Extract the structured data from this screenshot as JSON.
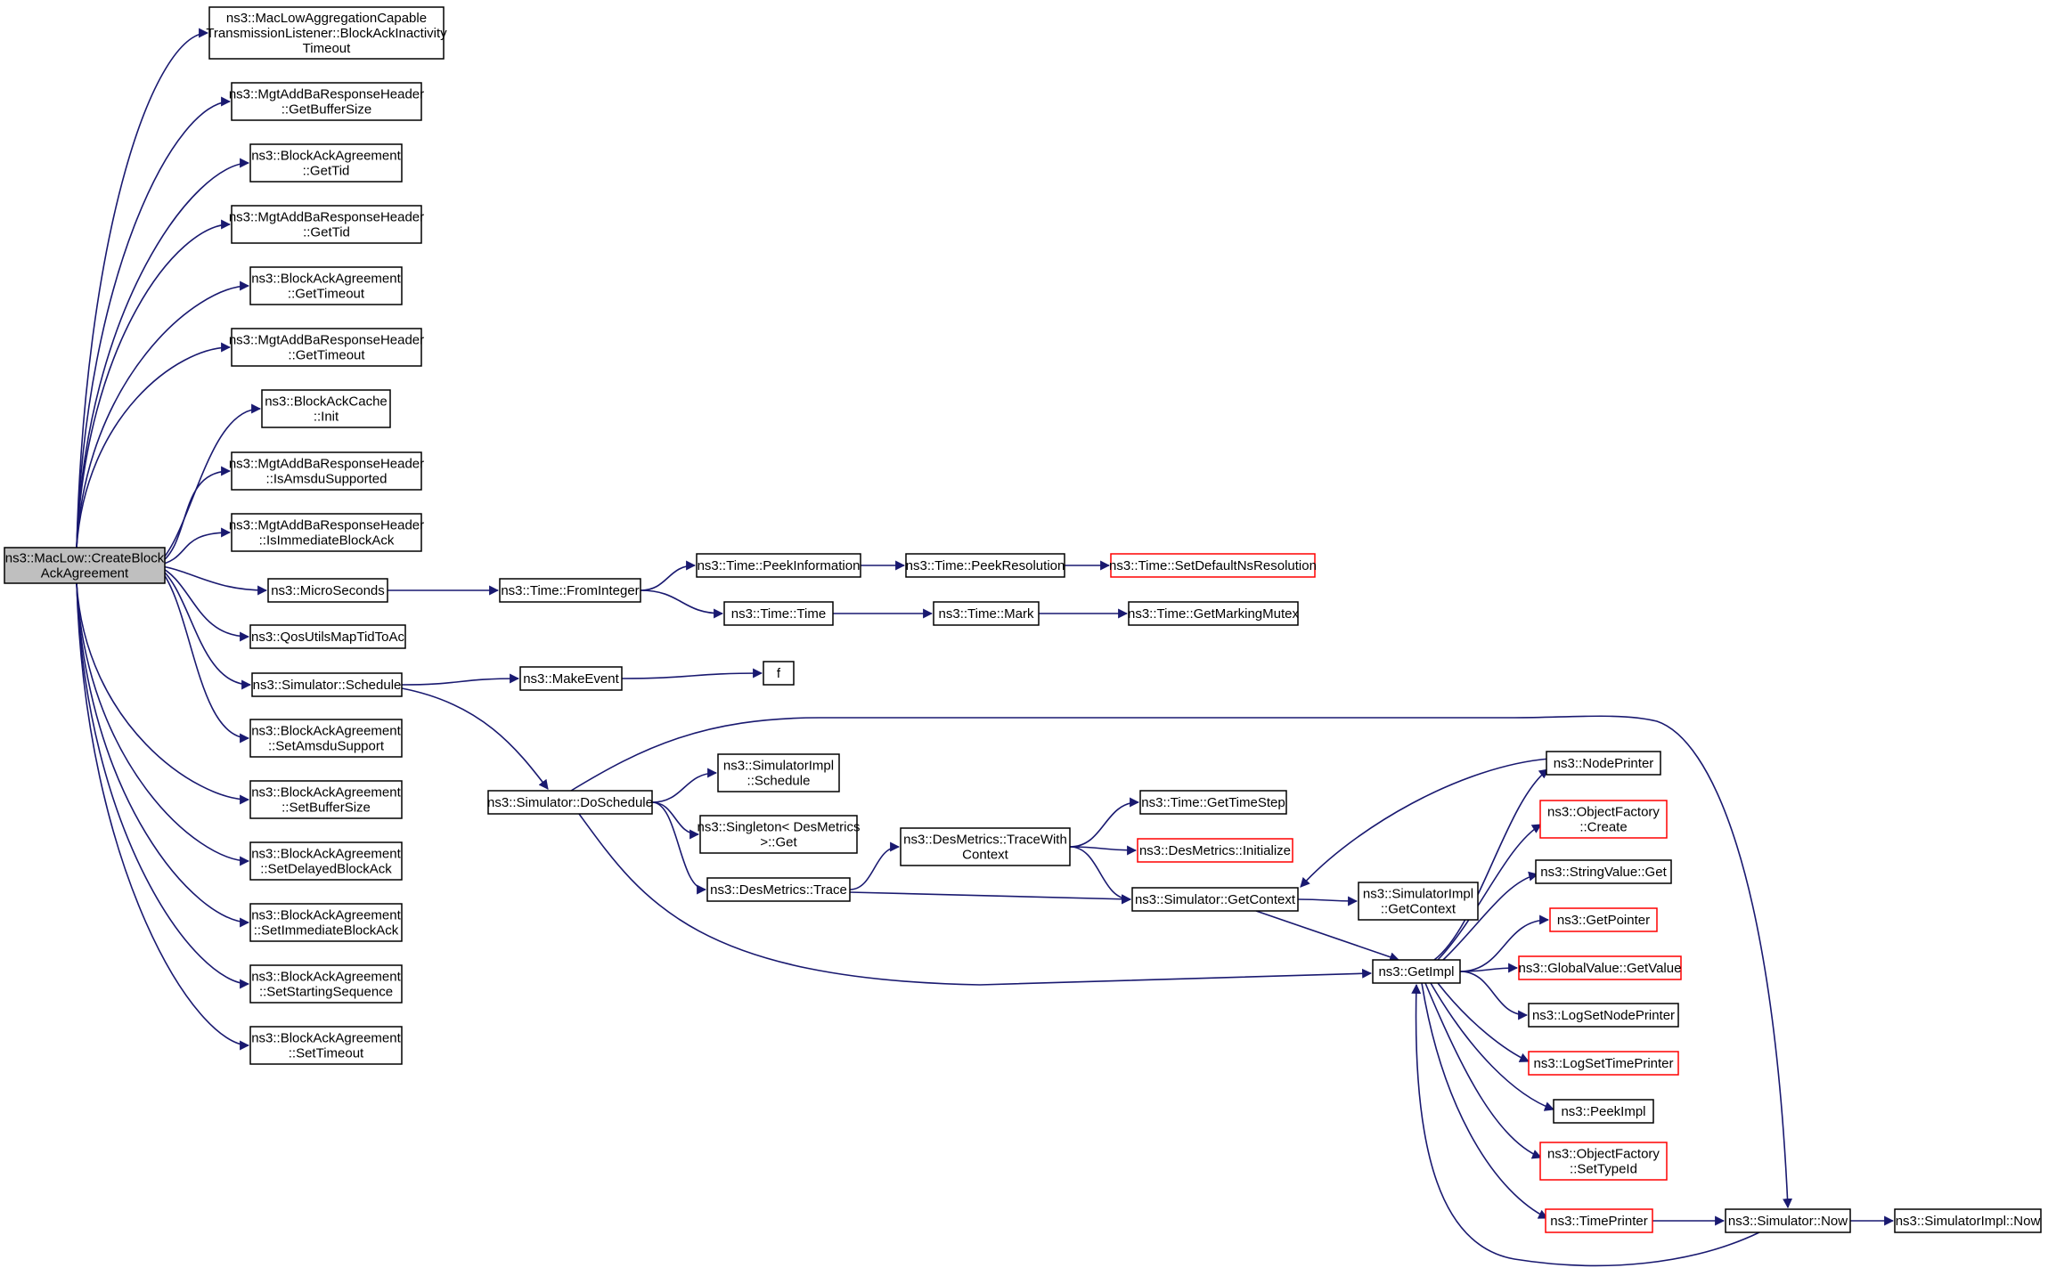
{
  "nodes": [
    {
      "id": "root",
      "lines": [
        "ns3::MacLow::CreateBlock",
        "AckAgreement"
      ],
      "kind": "root"
    },
    {
      "id": "n_timeout_listener",
      "lines": [
        "ns3::MacLowAggregationCapable",
        "TransmissionListener::BlockAckInactivity",
        "Timeout"
      ],
      "kind": "normal"
    },
    {
      "id": "n_mgt_getbuffersize",
      "lines": [
        "ns3::MgtAddBaResponseHeader",
        "::GetBufferSize"
      ],
      "kind": "normal"
    },
    {
      "id": "n_baa_gettid",
      "lines": [
        "ns3::BlockAckAgreement",
        "::GetTid"
      ],
      "kind": "normal"
    },
    {
      "id": "n_mgt_gettid",
      "lines": [
        "ns3::MgtAddBaResponseHeader",
        "::GetTid"
      ],
      "kind": "normal"
    },
    {
      "id": "n_baa_gettimeout",
      "lines": [
        "ns3::BlockAckAgreement",
        "::GetTimeout"
      ],
      "kind": "normal"
    },
    {
      "id": "n_mgt_gettimeout",
      "lines": [
        "ns3::MgtAddBaResponseHeader",
        "::GetTimeout"
      ],
      "kind": "normal"
    },
    {
      "id": "n_bac_init",
      "lines": [
        "ns3::BlockAckCache",
        "::Init"
      ],
      "kind": "normal"
    },
    {
      "id": "n_mgt_isamsdu",
      "lines": [
        "ns3::MgtAddBaResponseHeader",
        "::IsAmsduSupported"
      ],
      "kind": "normal"
    },
    {
      "id": "n_mgt_isimmediate",
      "lines": [
        "ns3::MgtAddBaResponseHeader",
        "::IsImmediateBlockAck"
      ],
      "kind": "normal"
    },
    {
      "id": "n_microseconds",
      "lines": [
        "ns3::MicroSeconds"
      ],
      "kind": "normal"
    },
    {
      "id": "n_qosutils",
      "lines": [
        "ns3::QosUtilsMapTidToAc"
      ],
      "kind": "normal"
    },
    {
      "id": "n_sim_schedule",
      "lines": [
        "ns3::Simulator::Schedule"
      ],
      "kind": "normal"
    },
    {
      "id": "n_baa_setamsdu",
      "lines": [
        "ns3::BlockAckAgreement",
        "::SetAmsduSupport"
      ],
      "kind": "normal"
    },
    {
      "id": "n_baa_setbuffersize",
      "lines": [
        "ns3::BlockAckAgreement",
        "::SetBufferSize"
      ],
      "kind": "normal"
    },
    {
      "id": "n_baa_setdelayed",
      "lines": [
        "ns3::BlockAckAgreement",
        "::SetDelayedBlockAck"
      ],
      "kind": "normal"
    },
    {
      "id": "n_baa_setimmediate",
      "lines": [
        "ns3::BlockAckAgreement",
        "::SetImmediateBlockAck"
      ],
      "kind": "normal"
    },
    {
      "id": "n_baa_setstarting",
      "lines": [
        "ns3::BlockAckAgreement",
        "::SetStartingSequence"
      ],
      "kind": "normal"
    },
    {
      "id": "n_baa_settimeout",
      "lines": [
        "ns3::BlockAckAgreement",
        "::SetTimeout"
      ],
      "kind": "normal"
    },
    {
      "id": "n_time_frominteger",
      "lines": [
        "ns3::Time::FromInteger"
      ],
      "kind": "normal"
    },
    {
      "id": "n_makeevent",
      "lines": [
        "ns3::MakeEvent"
      ],
      "kind": "normal"
    },
    {
      "id": "n_sim_doschedule",
      "lines": [
        "ns3::Simulator::DoSchedule"
      ],
      "kind": "normal"
    },
    {
      "id": "n_time_peekinformation",
      "lines": [
        "ns3::Time::PeekInformation"
      ],
      "kind": "normal"
    },
    {
      "id": "n_time_time",
      "lines": [
        "ns3::Time::Time"
      ],
      "kind": "normal"
    },
    {
      "id": "n_f",
      "lines": [
        "f"
      ],
      "kind": "normal"
    },
    {
      "id": "n_simimpl_schedule",
      "lines": [
        "ns3::SimulatorImpl",
        "::Schedule"
      ],
      "kind": "normal"
    },
    {
      "id": "n_singleton_get",
      "lines": [
        "ns3::Singleton< DesMetrics",
        ">::Get"
      ],
      "kind": "normal"
    },
    {
      "id": "n_desmetrics_trace",
      "lines": [
        "ns3::DesMetrics::Trace"
      ],
      "kind": "normal"
    },
    {
      "id": "n_time_peekresolution",
      "lines": [
        "ns3::Time::PeekResolution"
      ],
      "kind": "normal"
    },
    {
      "id": "n_time_mark",
      "lines": [
        "ns3::Time::Mark"
      ],
      "kind": "normal"
    },
    {
      "id": "n_desmetrics_tracewith",
      "lines": [
        "ns3::DesMetrics::TraceWith",
        "Context"
      ],
      "kind": "normal"
    },
    {
      "id": "n_time_setdefaultns",
      "lines": [
        "ns3::Time::SetDefaultNsResolution"
      ],
      "kind": "truncated"
    },
    {
      "id": "n_time_getmarkingmutex",
      "lines": [
        "ns3::Time::GetMarkingMutex"
      ],
      "kind": "normal"
    },
    {
      "id": "n_time_gettimestep",
      "lines": [
        "ns3::Time::GetTimeStep"
      ],
      "kind": "normal"
    },
    {
      "id": "n_desmetrics_initialize",
      "lines": [
        "ns3::DesMetrics::Initialize"
      ],
      "kind": "truncated"
    },
    {
      "id": "n_sim_getcontext",
      "lines": [
        "ns3::Simulator::GetContext"
      ],
      "kind": "normal"
    },
    {
      "id": "n_simimpl_getcontext",
      "lines": [
        "ns3::SimulatorImpl",
        "::GetContext"
      ],
      "kind": "normal"
    },
    {
      "id": "n_getimpl",
      "lines": [
        "ns3::GetImpl"
      ],
      "kind": "normal"
    },
    {
      "id": "n_nodeprinter",
      "lines": [
        "ns3::NodePrinter"
      ],
      "kind": "normal"
    },
    {
      "id": "n_objfactory_create",
      "lines": [
        "ns3::ObjectFactory",
        "::Create"
      ],
      "kind": "truncated"
    },
    {
      "id": "n_stringvalue_get",
      "lines": [
        "ns3::StringValue::Get"
      ],
      "kind": "normal"
    },
    {
      "id": "n_getpointer",
      "lines": [
        "ns3::GetPointer"
      ],
      "kind": "truncated"
    },
    {
      "id": "n_globalvalue_getvalue",
      "lines": [
        "ns3::GlobalValue::GetValue"
      ],
      "kind": "truncated"
    },
    {
      "id": "n_logsetnodeprinter",
      "lines": [
        "ns3::LogSetNodePrinter"
      ],
      "kind": "normal"
    },
    {
      "id": "n_logsettimeprinter",
      "lines": [
        "ns3::LogSetTimePrinter"
      ],
      "kind": "truncated"
    },
    {
      "id": "n_peekimpl",
      "lines": [
        "ns3::PeekImpl"
      ],
      "kind": "normal"
    },
    {
      "id": "n_objfactory_settypeid",
      "lines": [
        "ns3::ObjectFactory",
        "::SetTypeId"
      ],
      "kind": "truncated"
    },
    {
      "id": "n_timeprinter",
      "lines": [
        "ns3::TimePrinter"
      ],
      "kind": "truncated"
    },
    {
      "id": "n_sim_now",
      "lines": [
        "ns3::Simulator::Now"
      ],
      "kind": "normal"
    },
    {
      "id": "n_simimpl_now",
      "lines": [
        "ns3::SimulatorImpl::Now"
      ],
      "kind": "normal"
    }
  ],
  "edges": [
    [
      "root",
      "n_timeout_listener"
    ],
    [
      "root",
      "n_mgt_getbuffersize"
    ],
    [
      "root",
      "n_baa_gettid"
    ],
    [
      "root",
      "n_mgt_gettid"
    ],
    [
      "root",
      "n_baa_gettimeout"
    ],
    [
      "root",
      "n_mgt_gettimeout"
    ],
    [
      "root",
      "n_bac_init"
    ],
    [
      "root",
      "n_mgt_isamsdu"
    ],
    [
      "root",
      "n_mgt_isimmediate"
    ],
    [
      "root",
      "n_microseconds"
    ],
    [
      "root",
      "n_qosutils"
    ],
    [
      "root",
      "n_sim_schedule"
    ],
    [
      "root",
      "n_baa_setamsdu"
    ],
    [
      "root",
      "n_baa_setbuffersize"
    ],
    [
      "root",
      "n_baa_setdelayed"
    ],
    [
      "root",
      "n_baa_setimmediate"
    ],
    [
      "root",
      "n_baa_setstarting"
    ],
    [
      "root",
      "n_baa_settimeout"
    ],
    [
      "n_microseconds",
      "n_time_frominteger"
    ],
    [
      "n_time_frominteger",
      "n_time_peekinformation"
    ],
    [
      "n_time_frominteger",
      "n_time_time"
    ],
    [
      "n_time_peekinformation",
      "n_time_peekresolution"
    ],
    [
      "n_time_peekresolution",
      "n_time_setdefaultns"
    ],
    [
      "n_time_time",
      "n_time_mark"
    ],
    [
      "n_time_mark",
      "n_time_getmarkingmutex"
    ],
    [
      "n_sim_schedule",
      "n_makeevent"
    ],
    [
      "n_makeevent",
      "n_f"
    ],
    [
      "n_sim_schedule",
      "n_sim_doschedule"
    ],
    [
      "n_sim_doschedule",
      "n_simimpl_schedule"
    ],
    [
      "n_sim_doschedule",
      "n_singleton_get"
    ],
    [
      "n_sim_doschedule",
      "n_desmetrics_trace"
    ],
    [
      "n_sim_doschedule",
      "n_getimpl"
    ],
    [
      "n_sim_doschedule",
      "n_sim_now"
    ],
    [
      "n_desmetrics_trace",
      "n_desmetrics_tracewith"
    ],
    [
      "n_desmetrics_trace",
      "n_sim_getcontext"
    ],
    [
      "n_desmetrics_tracewith",
      "n_time_gettimestep"
    ],
    [
      "n_desmetrics_tracewith",
      "n_desmetrics_initialize"
    ],
    [
      "n_desmetrics_tracewith",
      "n_sim_getcontext"
    ],
    [
      "n_sim_getcontext",
      "n_simimpl_getcontext"
    ],
    [
      "n_sim_getcontext",
      "n_getimpl"
    ],
    [
      "n_getimpl",
      "n_nodeprinter"
    ],
    [
      "n_getimpl",
      "n_objfactory_create"
    ],
    [
      "n_getimpl",
      "n_stringvalue_get"
    ],
    [
      "n_getimpl",
      "n_getpointer"
    ],
    [
      "n_getimpl",
      "n_globalvalue_getvalue"
    ],
    [
      "n_getimpl",
      "n_logsetnodeprinter"
    ],
    [
      "n_getimpl",
      "n_logsettimeprinter"
    ],
    [
      "n_getimpl",
      "n_peekimpl"
    ],
    [
      "n_getimpl",
      "n_objfactory_settypeid"
    ],
    [
      "n_getimpl",
      "n_timeprinter"
    ],
    [
      "n_nodeprinter",
      "n_sim_getcontext"
    ],
    [
      "n_timeprinter",
      "n_sim_now"
    ],
    [
      "n_sim_now",
      "n_getimpl"
    ],
    [
      "n_sim_now",
      "n_simimpl_now"
    ]
  ],
  "colors": {
    "edge": "#191970",
    "node_border": "#000000",
    "truncated_border": "#ff0000",
    "root_fill": "#bfbfbf"
  }
}
